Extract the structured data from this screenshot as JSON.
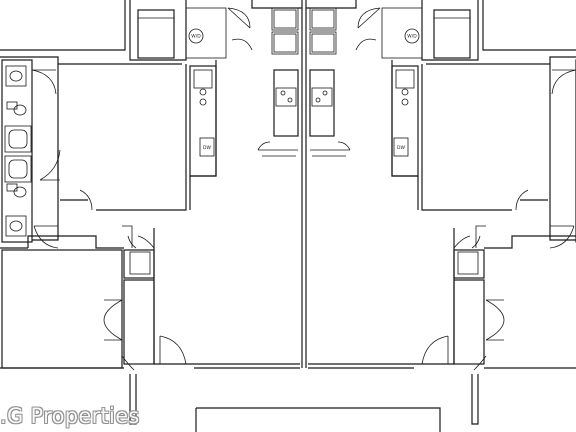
{
  "watermark": {
    "text": ".G Properties"
  },
  "labels": {
    "washer_dryer": "W/D",
    "dishwasher": "DW"
  }
}
